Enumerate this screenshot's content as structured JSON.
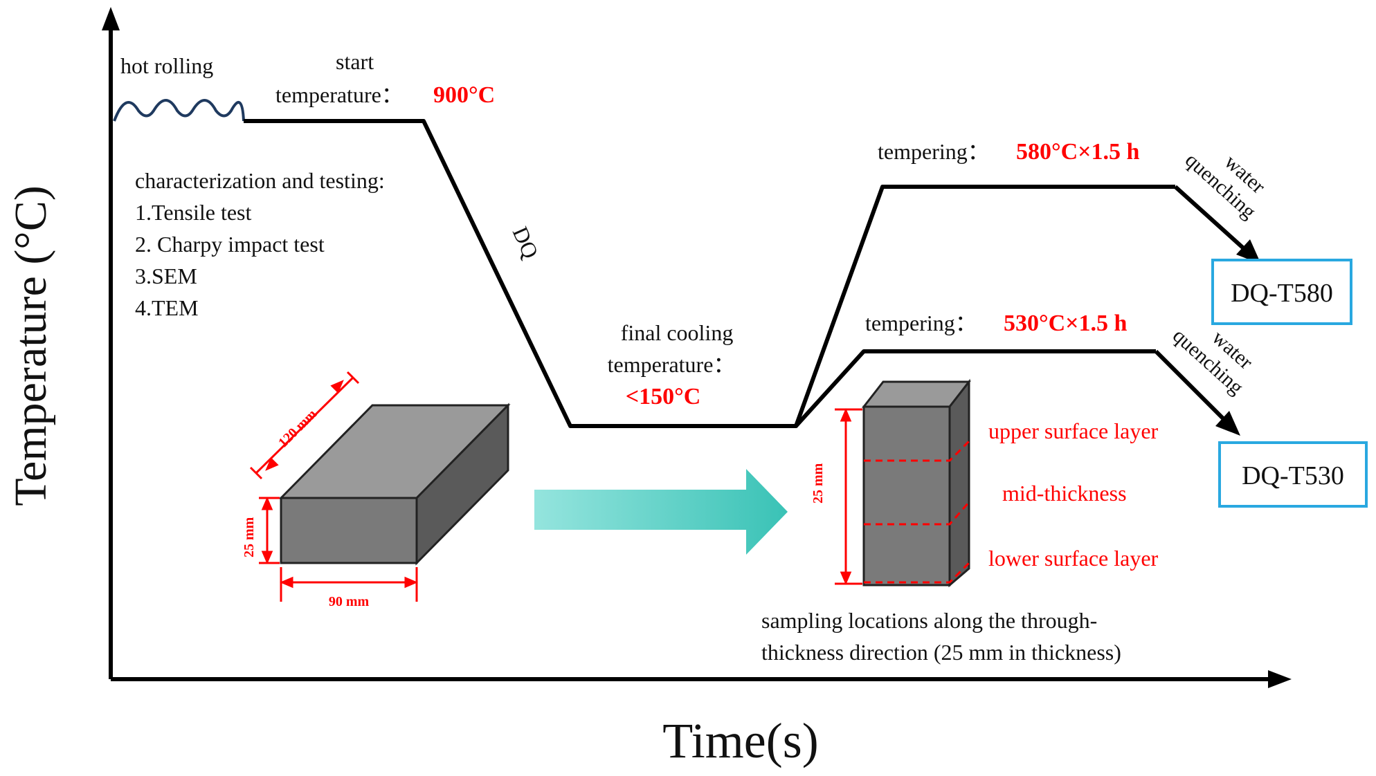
{
  "axes": {
    "y_label": "Temperature (°C)",
    "x_label": "Time(s)"
  },
  "hot_rolling": {
    "label": "hot rolling"
  },
  "start_temp": {
    "line1": "start",
    "line2": "temperature：",
    "value": "900°C"
  },
  "testing": {
    "heading": "characterization and testing:",
    "items": [
      "1.Tensile test",
      "2. Charpy impact test",
      "3.SEM",
      "4.TEM"
    ]
  },
  "dq_label": "DQ",
  "final_cooling": {
    "line1": "final cooling",
    "line2": "temperature：",
    "value": "<150°C"
  },
  "tempering_580": {
    "label": "tempering：",
    "value": "580°C×1.5 h"
  },
  "tempering_530": {
    "label": "tempering：",
    "value": "530°C×1.5 h"
  },
  "water_quenching": {
    "line1": "water",
    "line2": "quenching"
  },
  "products": {
    "t580": "DQ-T580",
    "t530": "DQ-T530"
  },
  "plate_dims": {
    "length": "120 mm",
    "thickness": "25 mm",
    "width": "90 mm"
  },
  "sample": {
    "thickness": "25 mm",
    "layers": [
      "upper surface layer",
      "mid-thickness",
      "lower surface layer"
    ],
    "caption_line1": "sampling locations along the through-",
    "caption_line2": "thickness direction (25 mm in thickness)"
  },
  "colors": {
    "curve": "#000000",
    "wave": "#1f3a5f",
    "accent_red": "#ff0000",
    "box_border": "#29a8e0",
    "arrow_teal": "#3cc9bd",
    "block_front": "#7a7a7a",
    "block_top": "#9a9a9a",
    "block_side": "#5a5a5a"
  }
}
